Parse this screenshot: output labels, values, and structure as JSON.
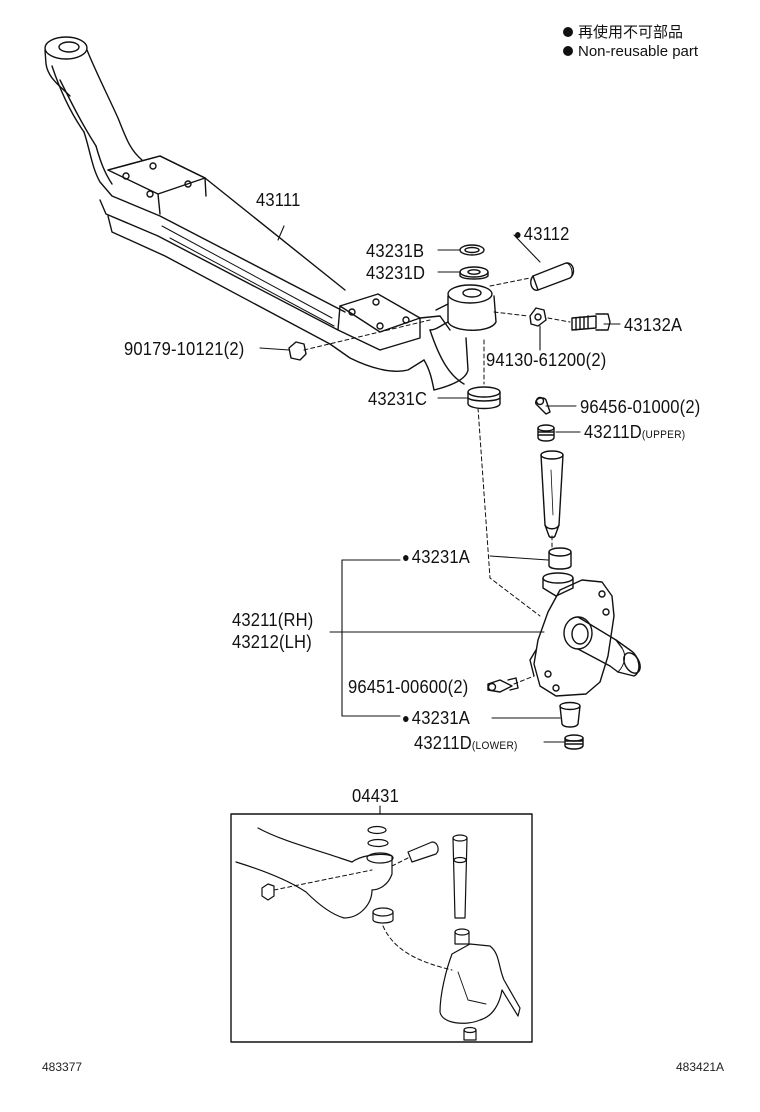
{
  "legend": {
    "jp": "再使用不可部品",
    "en": "Non-reusable part"
  },
  "parts": {
    "axle_beam": "43111",
    "kingpin_lock": "43112",
    "shim_b": "43231B",
    "shim_d": "43231D",
    "bolt": "43132A",
    "bushing_nut": "90179-10121(2)",
    "nut": "94130-61200(2)",
    "bearing_c": "43231C",
    "grease_fitting_upper": "96456-01000(2)",
    "cap_upper": "43211D",
    "cap_upper_note": "(UPPER)",
    "bushing_upper": "43231A",
    "knuckle_rh": "43211(RH)",
    "knuckle_lh": "43212(LH)",
    "grease_fitting_lower": "96451-00600(2)",
    "bushing_lower": "43231A",
    "cap_lower": "43211D",
    "cap_lower_note": "(LOWER)",
    "kit": "04431"
  },
  "footer": {
    "left": "483377",
    "right": "483421A"
  }
}
